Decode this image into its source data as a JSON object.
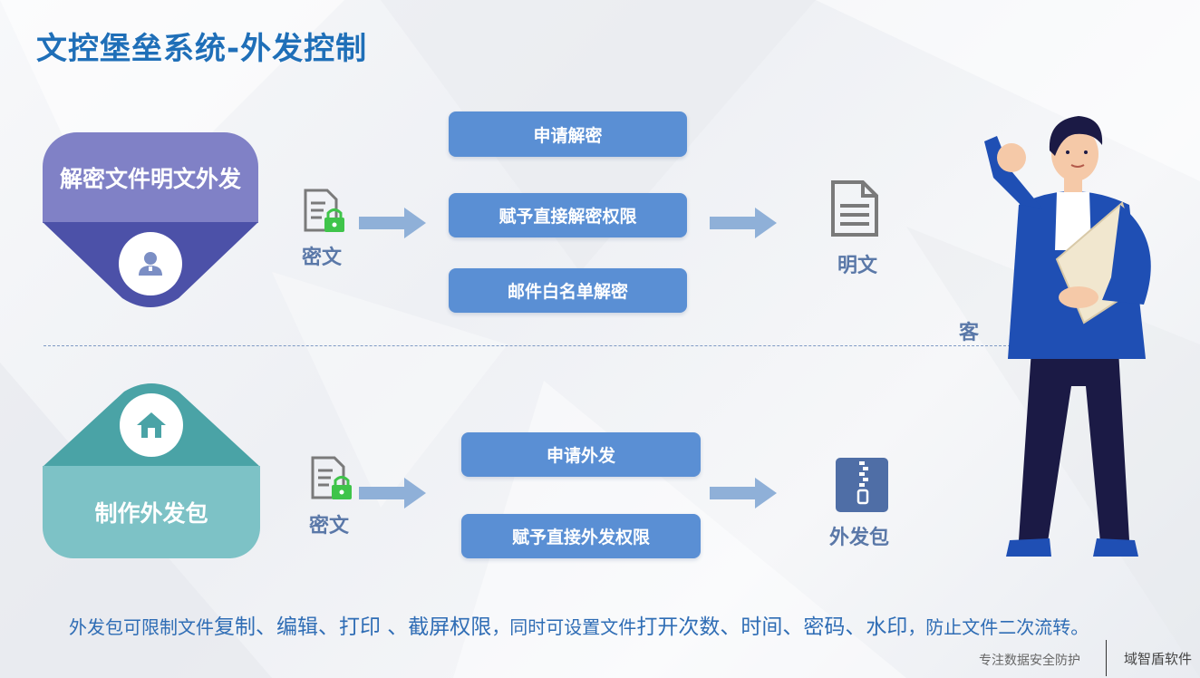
{
  "title": "文控堡垒系统-外发控制",
  "section1": {
    "card_label": "解密文件明文外发",
    "input_label": "密文",
    "options": [
      "申请解密",
      "赋予直接解密权限",
      "邮件白名单解密"
    ],
    "output_label": "明文"
  },
  "customer_label": "客 户",
  "section2": {
    "card_label": "制作外发包",
    "input_label": "密文",
    "options": [
      "申请外发",
      "赋予直接外发权限"
    ],
    "output_label": "外发包"
  },
  "description": {
    "p1": "外发包可限制文件",
    "p2": "复制、编辑、打印 、截屏权限",
    "p3": "，同时可设置文件",
    "p4": "打开次数、时间、密码、水印",
    "p5": "，防止文件二次流转。"
  },
  "footer": {
    "tagline": "专注数据安全防护",
    "brand": "域智盾软件"
  },
  "colors": {
    "title": "#1f6fb8",
    "card1": "#8081c6",
    "card1_dark": "#4c51a8",
    "card2_dark": "#4aa3a6",
    "card2": "#7dc2c6",
    "pill": "#5a8fd4",
    "arrow": "#8fb0d8",
    "lock": "#3fc44a"
  },
  "icons": [
    "user-icon",
    "home-icon",
    "locked-document-icon",
    "document-icon",
    "zip-file-icon",
    "arrow-right-icon"
  ]
}
